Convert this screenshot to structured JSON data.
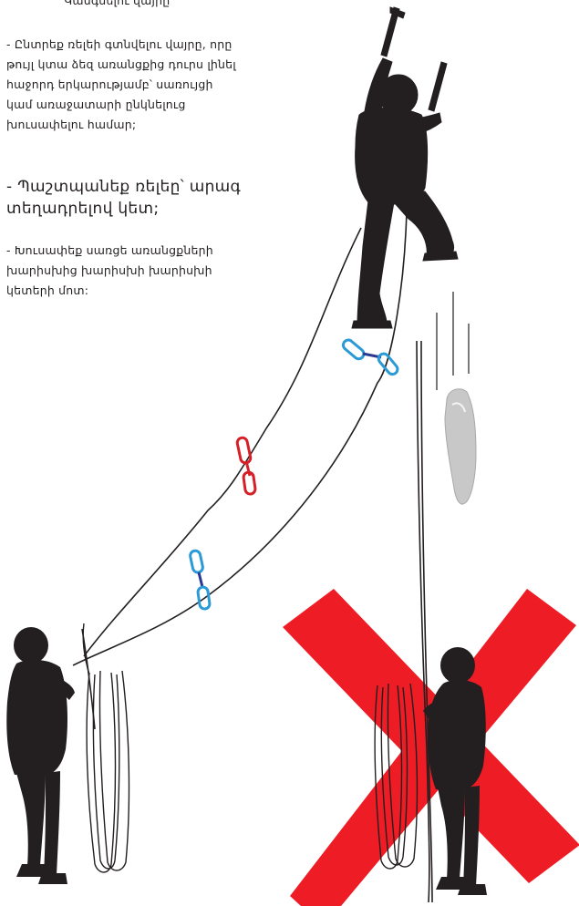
{
  "text": {
    "top_line": "Կանգնելու վայրը",
    "para_1": "- Ընտրեք ռելեի գտնվելու վայրը, որը\nթույլ կտա ձեզ առանցքից դուրս լինել\nհաջորդ երկարությամբ՝ սառույցի\nկամ առաջատարի ընկնելուց\nխուսափելու համար;",
    "para_2": "- Պաշտպանեք ռելեը՝ արագ\nտեղադրելով կետ;",
    "para_3": "- Խուսափեք սառցե առանցքների\nխարիսխից խարիսխի խարիսխի\nկետերի մոտ:"
  },
  "colors": {
    "warning_cross": "#ee1c25",
    "silhouette": "#231f20",
    "rope": "#231f20",
    "quickdraw_red": "#d62027",
    "quickdraw_blue": "#2a9bd7",
    "quickdraw_navy": "#2b3990",
    "falling_ice": "#c8c8c8"
  },
  "icons": {
    "leader": "ice-climber-silhouette",
    "belayer_good": "belayer-silhouette",
    "belayer_bad": "belayer-silhouette",
    "cross": "red-x-mark",
    "ice": "falling-ice-chunk"
  }
}
